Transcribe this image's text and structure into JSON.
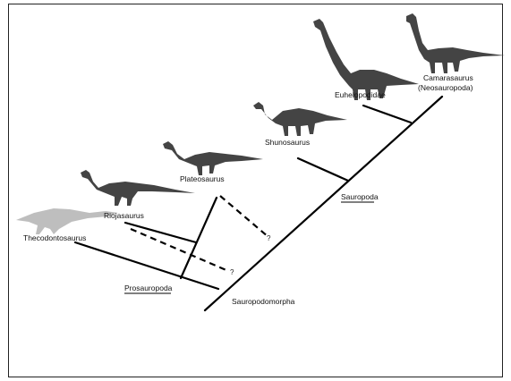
{
  "taxa": {
    "thecodontosaurus": "Thecodontosaurus",
    "riojasaurus": "Riojasaurus",
    "plateosaurus": "Plateosaurus",
    "shunosaurus": "Shunosaurus",
    "euhelopodidae": "Euhelopodidae",
    "camarasaurus_line1": "Camarasaurus",
    "camarasaurus_line2": "(Neosauropoda)"
  },
  "clades": {
    "prosauropoda": "Prosauropoda",
    "sauropoda": "Sauropoda",
    "sauropodomorpha": "Sauropodomorpha"
  },
  "uncertain_mark": "?",
  "colors": {
    "line": "#000000",
    "skeleton": "#444444",
    "background": "#ffffff"
  }
}
